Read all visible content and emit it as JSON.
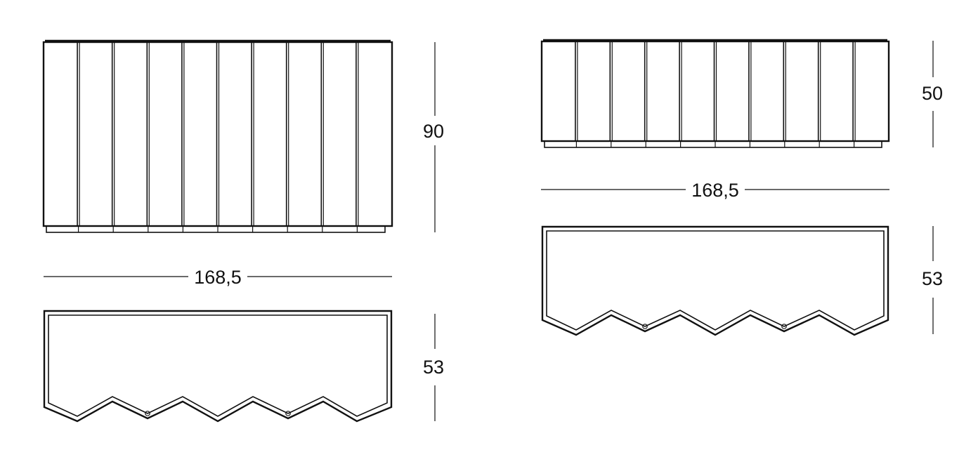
{
  "colors": {
    "stroke": "#111111",
    "background": "#ffffff"
  },
  "views": {
    "tall": {
      "height_label": "90",
      "width_label": "168,5",
      "depth_label": "53",
      "panel_count": 10
    },
    "low": {
      "height_label": "50",
      "width_label": "168,5",
      "depth_label": "53",
      "panel_count": 10
    }
  }
}
